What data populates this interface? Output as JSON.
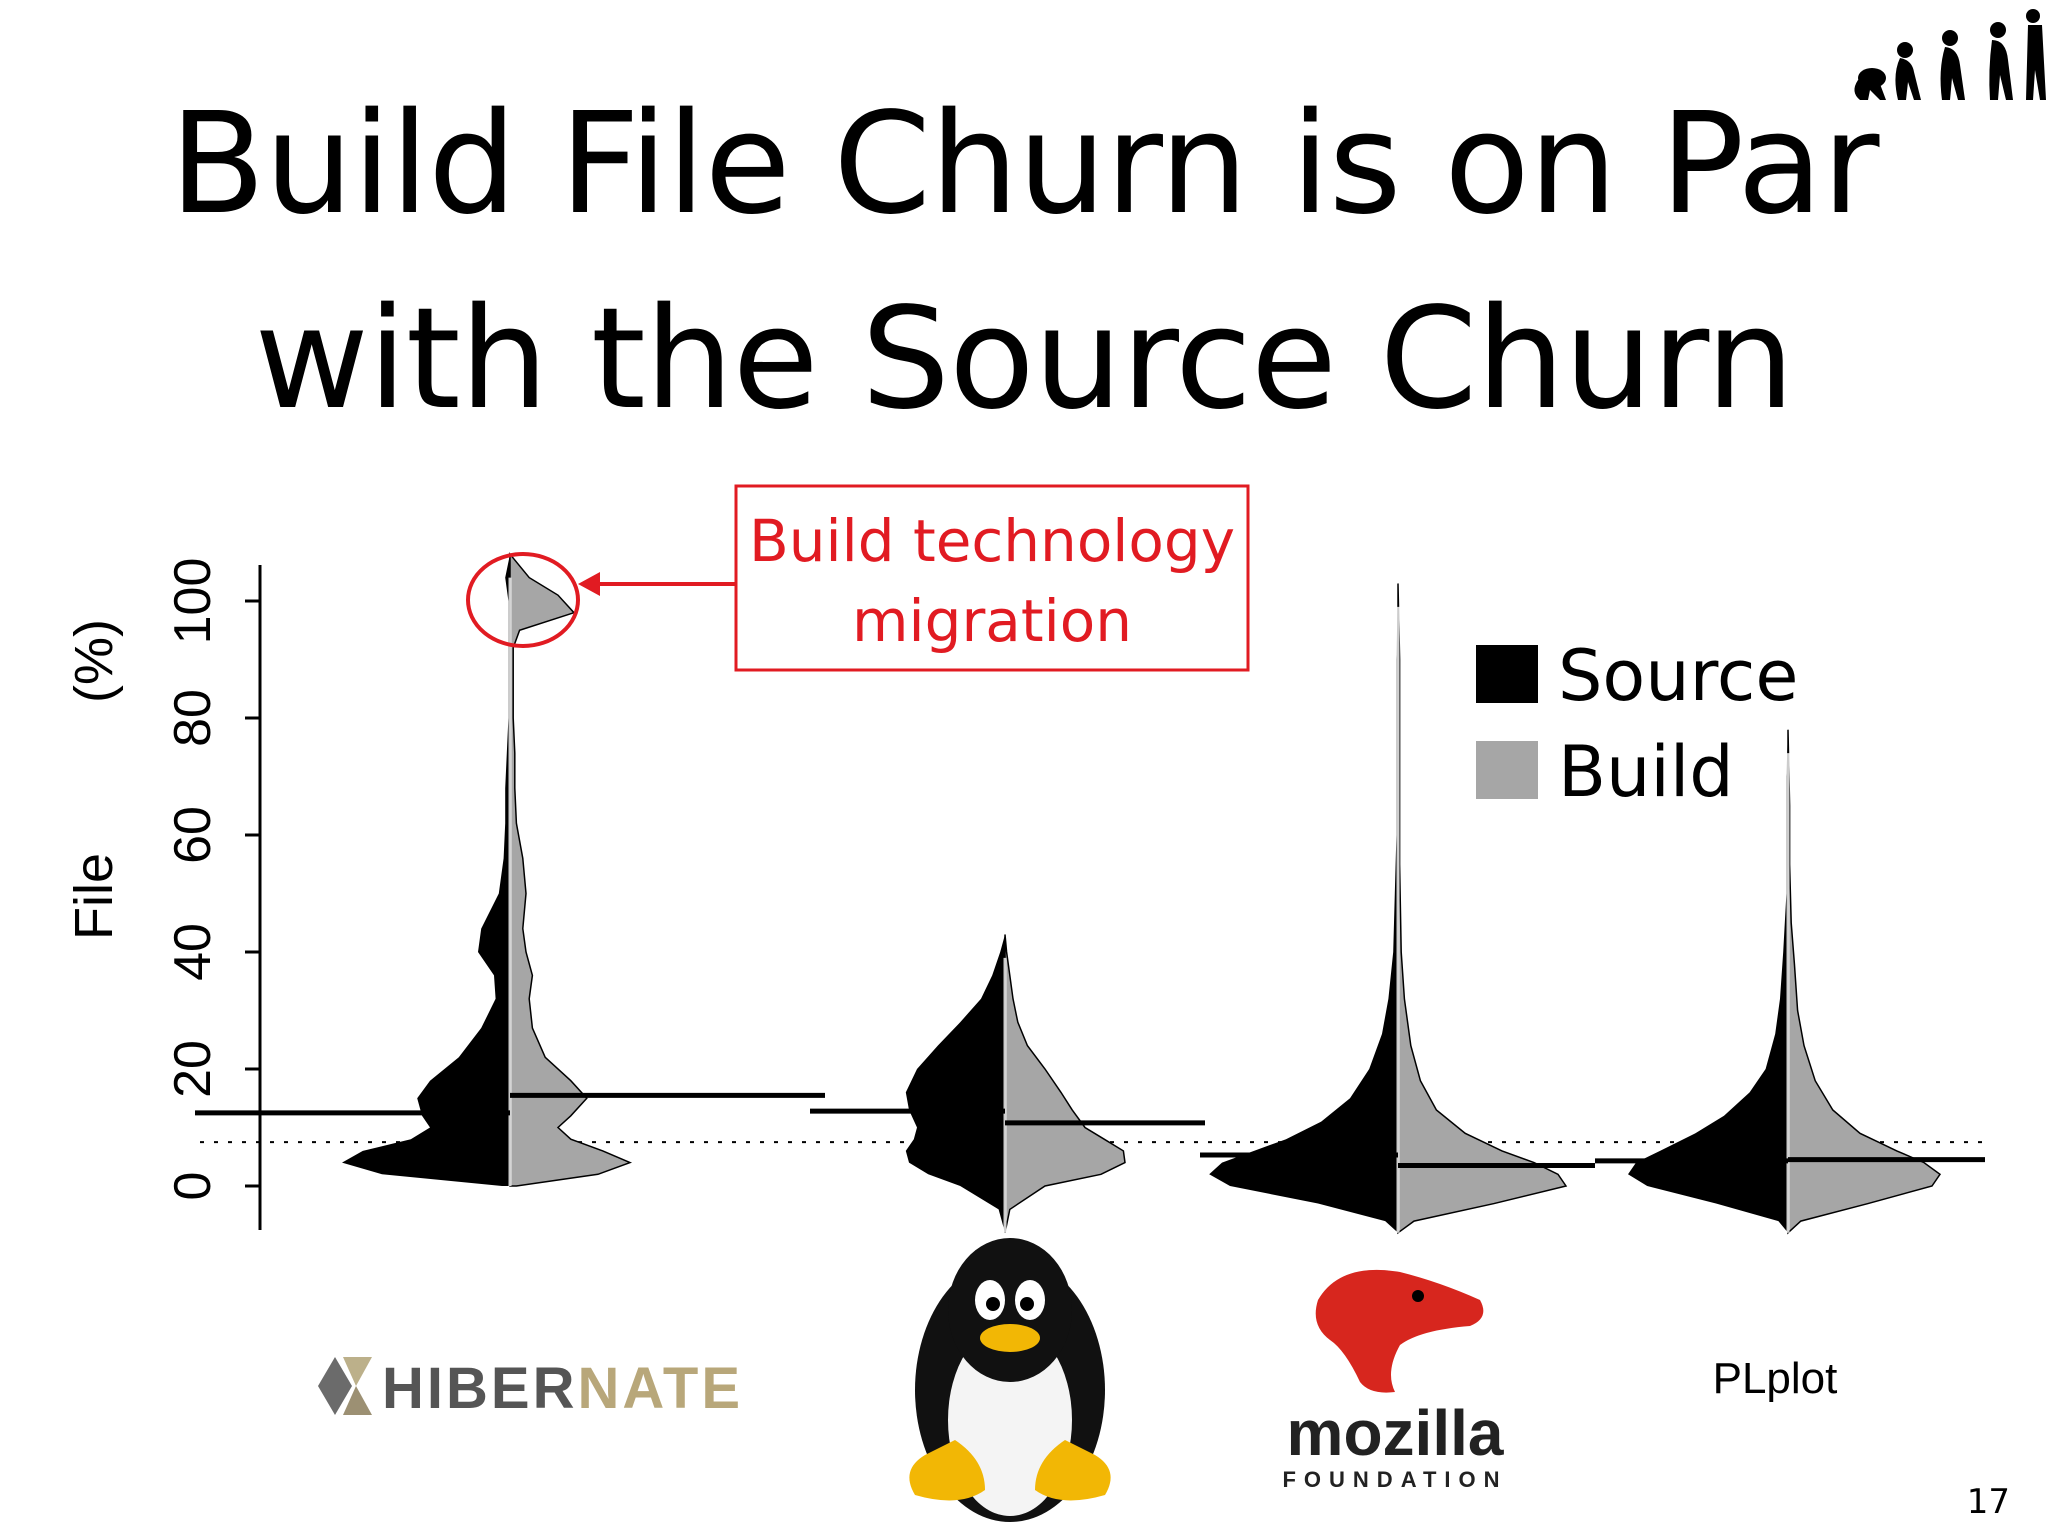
{
  "slide": {
    "title_line1": "Build File Churn is on Par",
    "title_line2": "with the Source Churn",
    "page_number": "17"
  },
  "annotation": {
    "line1": "Build technology",
    "line2": "migration"
  },
  "logos": {
    "hibernate": {
      "part1": "HIBER",
      "part2": "NATE"
    },
    "mozilla": {
      "line1": "mozilla",
      "line2": "FOUNDATION"
    },
    "plplot": "PLplot"
  },
  "colors": {
    "source": "#000000",
    "build": "#a6a6a6",
    "annotation": "#e11b22"
  },
  "chart_data": {
    "type": "violin",
    "ylabel": "File          (%)",
    "yticks": [
      0,
      20,
      40,
      60,
      80,
      100
    ],
    "ylim": [
      -8,
      106
    ],
    "legend": {
      "placement": "top-right",
      "entries": [
        "Source",
        "Build"
      ]
    },
    "overall_reference_line": 7.5,
    "projects": [
      {
        "logo": "hibernate",
        "source": {
          "median": 12.5,
          "max": 108,
          "density": [
            [
              0,
              5
            ],
            [
              2,
              80
            ],
            [
              4,
              105
            ],
            [
              6,
              92
            ],
            [
              8,
              62
            ],
            [
              10,
              50
            ],
            [
              12,
              55
            ],
            [
              15,
              58
            ],
            [
              18,
              50
            ],
            [
              22,
              32
            ],
            [
              27,
              18
            ],
            [
              32,
              9
            ],
            [
              36,
              10
            ],
            [
              40,
              20
            ],
            [
              44,
              18
            ],
            [
              50,
              7
            ],
            [
              56,
              4
            ],
            [
              62,
              3
            ],
            [
              68,
              3
            ],
            [
              74,
              2
            ],
            [
              80,
              1
            ],
            [
              88,
              1
            ],
            [
              96,
              1
            ],
            [
              100,
              1
            ],
            [
              104,
              3
            ],
            [
              108,
              0
            ]
          ]
        },
        "build": {
          "median": 15.5,
          "max": 108,
          "density": [
            [
              0,
              4
            ],
            [
              2,
              55
            ],
            [
              4,
              75
            ],
            [
              6,
              58
            ],
            [
              8,
              38
            ],
            [
              10,
              30
            ],
            [
              12,
              38
            ],
            [
              15,
              48
            ],
            [
              18,
              38
            ],
            [
              22,
              22
            ],
            [
              27,
              14
            ],
            [
              32,
              12
            ],
            [
              36,
              14
            ],
            [
              40,
              10
            ],
            [
              44,
              8
            ],
            [
              50,
              10
            ],
            [
              56,
              8
            ],
            [
              62,
              4
            ],
            [
              68,
              3
            ],
            [
              74,
              3
            ],
            [
              80,
              2
            ],
            [
              86,
              2
            ],
            [
              92,
              2
            ],
            [
              95,
              6
            ],
            [
              98,
              40
            ],
            [
              101,
              30
            ],
            [
              104,
              12
            ],
            [
              108,
              0
            ]
          ]
        }
      },
      {
        "logo": "linux",
        "source": {
          "median": 12.8,
          "max": 43,
          "density": [
            [
              -8,
              0
            ],
            [
              -4,
              4
            ],
            [
              0,
              28
            ],
            [
              2,
              48
            ],
            [
              4,
              60
            ],
            [
              6,
              62
            ],
            [
              8,
              57
            ],
            [
              10,
              55
            ],
            [
              13,
              60
            ],
            [
              16,
              62
            ],
            [
              20,
              55
            ],
            [
              24,
              42
            ],
            [
              28,
              28
            ],
            [
              32,
              15
            ],
            [
              36,
              8
            ],
            [
              40,
              3
            ],
            [
              43,
              0
            ]
          ]
        },
        "build": {
          "median": 10.8,
          "max": 43,
          "density": [
            [
              -8,
              0
            ],
            [
              -4,
              3
            ],
            [
              0,
              25
            ],
            [
              2,
              60
            ],
            [
              4,
              75
            ],
            [
              6,
              74
            ],
            [
              8,
              62
            ],
            [
              10,
              50
            ],
            [
              13,
              42
            ],
            [
              16,
              35
            ],
            [
              20,
              25
            ],
            [
              24,
              14
            ],
            [
              28,
              8
            ],
            [
              32,
              5
            ],
            [
              36,
              3
            ],
            [
              40,
              1
            ],
            [
              43,
              0
            ]
          ]
        }
      },
      {
        "logo": "mozilla",
        "source": {
          "median": 5.3,
          "max": 103,
          "density": [
            [
              -8,
              0
            ],
            [
              -6,
              8
            ],
            [
              -3,
              50
            ],
            [
              0,
              105
            ],
            [
              2,
              118
            ],
            [
              4,
              110
            ],
            [
              6,
              90
            ],
            [
              8,
              70
            ],
            [
              11,
              48
            ],
            [
              15,
              30
            ],
            [
              20,
              18
            ],
            [
              26,
              10
            ],
            [
              32,
              6
            ],
            [
              40,
              3
            ],
            [
              50,
              2
            ],
            [
              60,
              1
            ],
            [
              75,
              1
            ],
            [
              90,
              1
            ],
            [
              103,
              0
            ]
          ]
        },
        "build": {
          "median": 3.5,
          "max": 103,
          "density": [
            [
              -8,
              0
            ],
            [
              -6,
              10
            ],
            [
              -3,
              60
            ],
            [
              0,
              105
            ],
            [
              2,
              100
            ],
            [
              4,
              85
            ],
            [
              6,
              65
            ],
            [
              9,
              42
            ],
            [
              13,
              24
            ],
            [
              18,
              14
            ],
            [
              24,
              8
            ],
            [
              32,
              4
            ],
            [
              40,
              2
            ],
            [
              55,
              1
            ],
            [
              75,
              1
            ],
            [
              90,
              1
            ],
            [
              103,
              0
            ]
          ]
        }
      },
      {
        "logo": "plplot",
        "source": {
          "median": 4.3,
          "max": 78,
          "density": [
            [
              -8,
              0
            ],
            [
              -6,
              6
            ],
            [
              -3,
              45
            ],
            [
              0,
              88
            ],
            [
              2,
              100
            ],
            [
              4,
              95
            ],
            [
              6,
              80
            ],
            [
              9,
              58
            ],
            [
              12,
              40
            ],
            [
              16,
              24
            ],
            [
              20,
              14
            ],
            [
              26,
              8
            ],
            [
              32,
              5
            ],
            [
              40,
              3
            ],
            [
              50,
              1
            ],
            [
              60,
              1
            ],
            [
              70,
              1
            ],
            [
              78,
              0
            ]
          ]
        },
        "build": {
          "median": 4.5,
          "max": 78,
          "density": [
            [
              -8,
              0
            ],
            [
              -6,
              8
            ],
            [
              -3,
              50
            ],
            [
              0,
              90
            ],
            [
              2,
              95
            ],
            [
              4,
              85
            ],
            [
              6,
              68
            ],
            [
              9,
              45
            ],
            [
              13,
              28
            ],
            [
              18,
              17
            ],
            [
              24,
              10
            ],
            [
              30,
              6
            ],
            [
              38,
              4
            ],
            [
              45,
              2
            ],
            [
              55,
              1
            ],
            [
              65,
              1
            ],
            [
              78,
              0
            ]
          ]
        }
      }
    ]
  }
}
